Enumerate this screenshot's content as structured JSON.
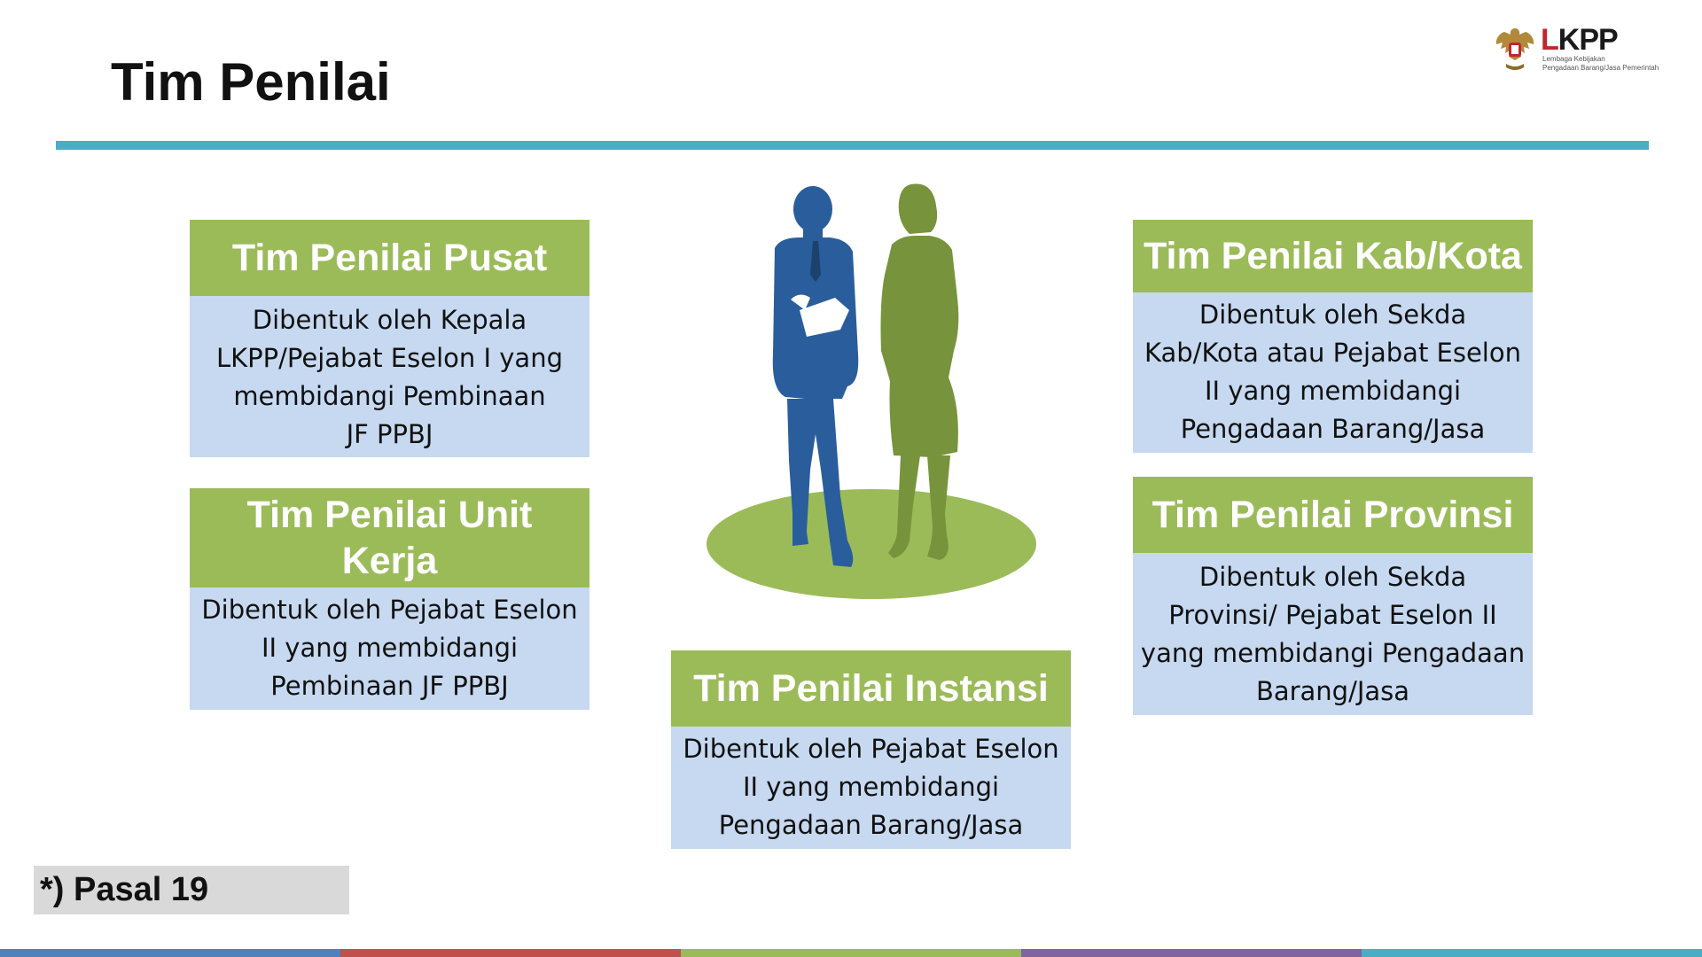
{
  "title": "Tim Penilai",
  "logo": {
    "word_first": "L",
    "word_rest": "KPP",
    "tagline_line1": "Lembaga Kebijakan",
    "tagline_line2": "Pengadaan Barang/Jasa Pemerintah"
  },
  "cards": {
    "pusat": {
      "title": "Tim Penilai Pusat",
      "body": [
        "Dibentuk oleh Kepala",
        "LKPP/Pejabat Eselon I yang",
        "membidangi Pembinaan",
        "JF PPBJ"
      ]
    },
    "unit_kerja": {
      "title_line1": "Tim Penilai Unit",
      "title_line2": "Kerja",
      "body": [
        "Dibentuk oleh Pejabat Eselon",
        "II yang membidangi",
        "Pembinaan JF PPBJ"
      ]
    },
    "instansi": {
      "title": "Tim Penilai Instansi",
      "body": [
        "Dibentuk oleh Pejabat Eselon",
        "II yang membidangi",
        "Pengadaan Barang/Jasa"
      ]
    },
    "kab_kota": {
      "title": "Tim Penilai Kab/Kota",
      "body": [
        "Dibentuk oleh Sekda",
        "Kab/Kota atau Pejabat Eselon",
        "II yang membidangi",
        "Pengadaan Barang/Jasa"
      ]
    },
    "provinsi": {
      "title": "Tim Penilai Provinsi",
      "body": [
        "Dibentuk oleh Sekda",
        "Provinsi/ Pejabat Eselon II",
        "yang membidangi Pengadaan",
        "Barang/Jasa"
      ]
    }
  },
  "note": "*) Pasal 19",
  "colors": {
    "accent_rule": "#4bacc6",
    "card_header": "#9bbb59",
    "card_body": "#c6d9f1",
    "figure_man": "#2a5d9c",
    "figure_woman": "#77933c",
    "footer": [
      "#4f81bd",
      "#c0504d",
      "#9bbb59",
      "#8064a2",
      "#4bacc6"
    ]
  },
  "icons": [
    "garuda-emblem-icon",
    "businessman-silhouette-icon",
    "businesswoman-silhouette-icon"
  ]
}
